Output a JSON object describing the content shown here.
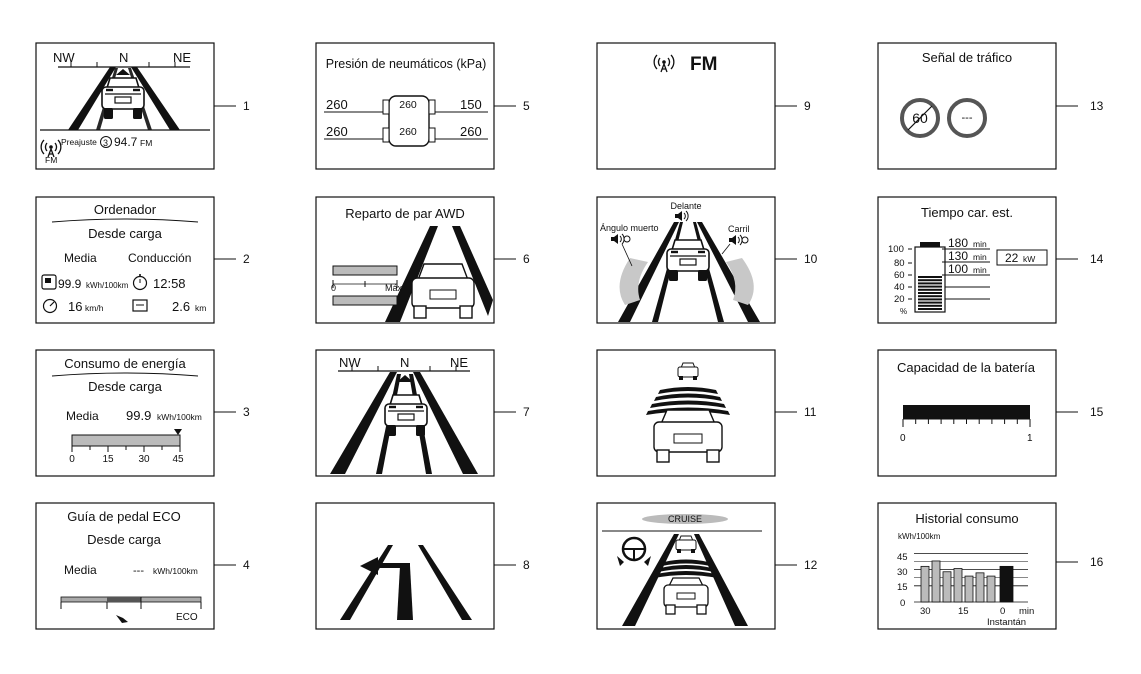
{
  "panels": {
    "p1": {
      "number": "1",
      "compass": [
        "NW",
        "N",
        "NE"
      ],
      "preset_label": "Preajuste",
      "preset_num": "3",
      "freq": "94.7",
      "band": "FM",
      "band_small": "FM"
    },
    "p2": {
      "number": "2",
      "title": "Ordenador",
      "subtitle": "Desde carga",
      "left_head": "Media",
      "right_head": "Conducción",
      "consumption": "99.9",
      "consumption_unit": "kWh/100km",
      "time": "12:58",
      "speed": "16",
      "speed_unit": "km/h",
      "distance": "2.6",
      "distance_unit": "km"
    },
    "p3": {
      "number": "3",
      "title": "Consumo de energía",
      "subtitle": "Desde carga",
      "label": "Media",
      "value": "99.9",
      "unit": "kWh/100km",
      "ticks": [
        "0",
        "15",
        "30",
        "45"
      ]
    },
    "p4": {
      "number": "4",
      "title": "Guía de pedal ECO",
      "subtitle": "Desde carga",
      "label": "Media",
      "value": "---",
      "unit": "kWh/100km",
      "eco": "ECO"
    },
    "p5": {
      "number": "5",
      "title": "Presión de neumáticos (kPa)",
      "fl": "260",
      "fr": "150",
      "rl": "260",
      "rr": "260",
      "front_center": "260",
      "rear_center": "260"
    },
    "p6": {
      "number": "6",
      "title": "Reparto de par AWD",
      "min": "0",
      "max": "Máx."
    },
    "p7": {
      "number": "7",
      "compass": [
        "NW",
        "N",
        "NE"
      ]
    },
    "p8": {
      "number": "8"
    },
    "p9": {
      "number": "9",
      "band": "FM"
    },
    "p10": {
      "number": "10",
      "front": "Delante",
      "blind": "Ángulo muerto",
      "lane": "Carril"
    },
    "p11": {
      "number": "11"
    },
    "p12": {
      "number": "12",
      "cruise": "CRUISE"
    },
    "p13": {
      "number": "13",
      "title": "Señal de tráfico",
      "limit": "60",
      "second": "---"
    },
    "p14": {
      "number": "14",
      "title": "Tiempo car. est.",
      "times": [
        "180",
        "130",
        "100"
      ],
      "time_unit": "min",
      "power": "22",
      "power_unit": "kW",
      "scale": [
        "100",
        "80",
        "60",
        "40",
        "20"
      ],
      "percent": "%"
    },
    "p15": {
      "number": "15",
      "title": "Capacidad de la batería",
      "min": "0",
      "max": "1",
      "level": 1.0
    },
    "p16": {
      "number": "16",
      "title": "Historial consumo",
      "y_unit": "kWh/100km",
      "y_ticks": [
        "45",
        "30",
        "15",
        "0"
      ],
      "x_ticks": [
        "30",
        "15",
        "0"
      ],
      "x_unit": "min",
      "x_label": "Instantán"
    }
  },
  "chart_data": {
    "type": "bar",
    "title": "Historial consumo",
    "ylabel": "kWh/100km",
    "xlabel": "min",
    "ylim": [
      0,
      50
    ],
    "values": [
      33,
      38,
      28,
      31,
      24,
      27,
      24,
      33
    ],
    "highlight_index": 7
  },
  "colors": {
    "ink": "#111111",
    "bar_fill": "#bbbbbb",
    "gray_area": "#c8c8c8"
  }
}
